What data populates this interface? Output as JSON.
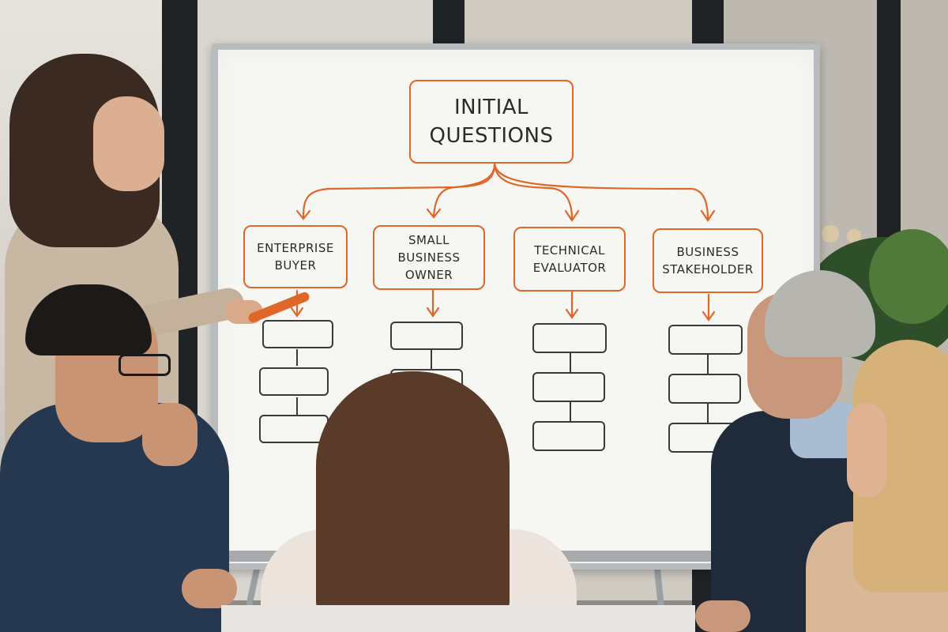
{
  "whiteboard": {
    "title_line1": "INITIAL",
    "title_line2": "QUESTIONS",
    "categories": [
      {
        "line1": "ENTERPRISE",
        "line2": "BUYER",
        "line3": ""
      },
      {
        "line1": "SMALL",
        "line2": "BUSINESS",
        "line3": "OWNER"
      },
      {
        "line1": "TECHNICAL",
        "line2": "EVALUATOR",
        "line3": ""
      },
      {
        "line1": "BUSINESS",
        "line2": "STAKEHOLDER",
        "line3": ""
      }
    ]
  },
  "colors": {
    "accent_orange": "#e0672a",
    "board_white": "#f6f6f3",
    "ink_dark": "#3a3a3a"
  }
}
